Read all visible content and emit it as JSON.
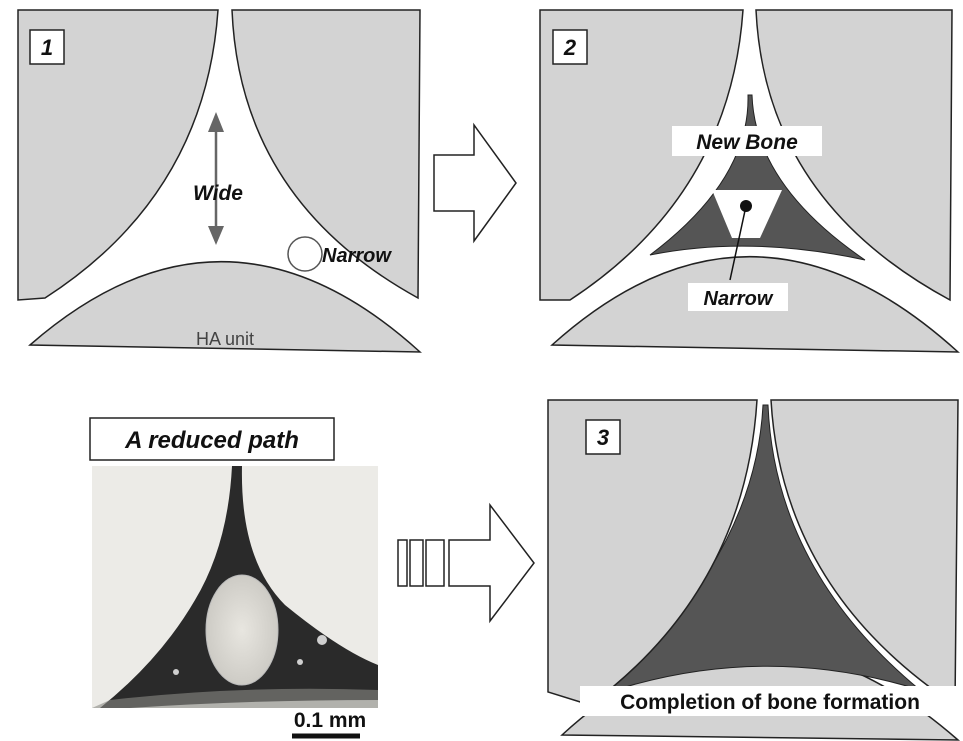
{
  "panel1": {
    "number": "1",
    "wide_label": "Wide",
    "narrow_label": "Narrow",
    "unit_label": "HA unit"
  },
  "panel2": {
    "number": "2",
    "new_bone_label": "New Bone",
    "narrow_label": "Narrow"
  },
  "panel3": {
    "number": "3",
    "caption": "Completion of bone formation"
  },
  "micrograph": {
    "title": "A reduced path",
    "scale_label": "0.1 mm"
  },
  "colors": {
    "block_fill": "#d3d3d3",
    "bone_fill": "#555555",
    "outline": "#222222",
    "arrow_fill": "#6e6e6e"
  }
}
